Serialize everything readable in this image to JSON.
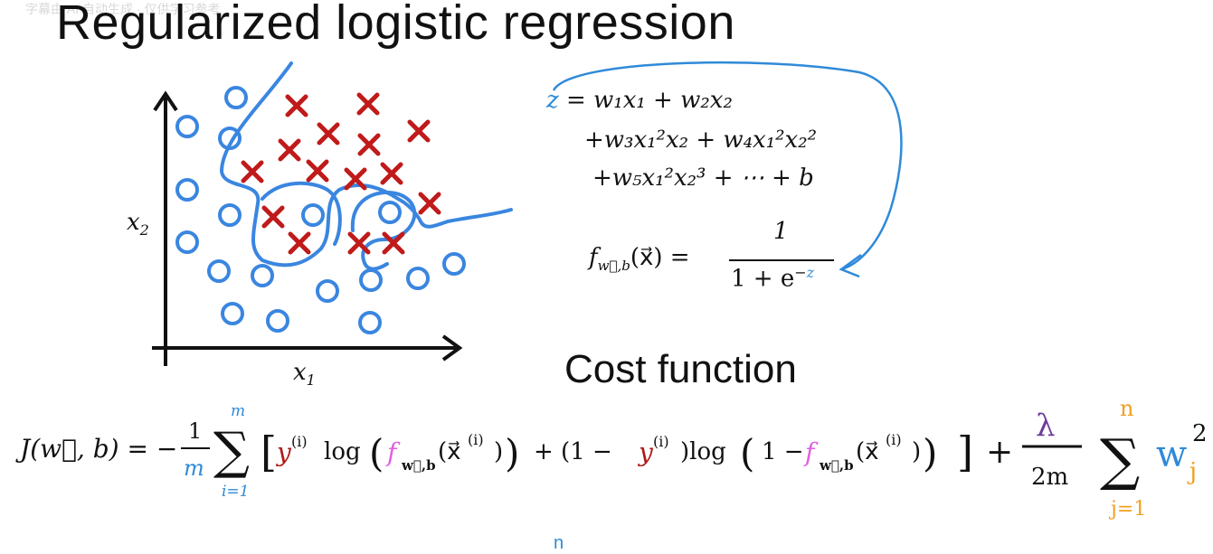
{
  "watermark": "字幕由 AI 自动生成 · 仅供学习参考",
  "title": "Regularized logistic regression",
  "plot": {
    "x_axis_label": "x",
    "x_axis_sub": "1",
    "y_axis_label": "x",
    "y_axis_sub": "2"
  },
  "equations": {
    "z_line1_left": "z",
    "z_line1_right": "= w₁x₁ + w₂x₂",
    "z_line2": "+w₃x₁²x₂ + w₄x₁²x₂²",
    "z_line3": "+w₅x₁²x₂³ + ⋯ + b",
    "f_lhs": "f",
    "f_sub": "w⃗,b",
    "f_arg": "(x⃗) =",
    "f_num": "1",
    "f_den": "1 + e",
    "f_exp_minus": "−",
    "f_exp_z": "z"
  },
  "cost_title": "Cost function",
  "cost": {
    "lhs": "J(w⃗, b) = −",
    "frac_num": "1",
    "frac_den": "m",
    "sum_top": "m",
    "sum_bottom": "i=1",
    "sigma": "∑",
    "lbracket": "[",
    "y1": "y",
    "y1_sup": "(i)",
    "log1": "log",
    "lparen1": "(",
    "f1": "f",
    "f1_sub": "w⃗,b",
    "x1": "(x⃗",
    "x1_sup": "(i)",
    "x1_close": ")",
    "rparen1": ")",
    "plus1": "+ (1 −",
    "y2": "y",
    "y2_sup": "(i)",
    "log2_prefix": ")log",
    "lparen2": "(",
    "one_minus": "1 −",
    "f2": "f",
    "f2_sub": "w⃗,b",
    "x2": "(x⃗",
    "x2_sup": "(i)",
    "x2_close": ")",
    "rparen2": ")",
    "rbracket": "]",
    "plus2": "+",
    "lambda": "λ",
    "reg_den": "2m",
    "reg_sum_top": "n",
    "reg_sum_bottom": "j=1",
    "reg_w": "w",
    "reg_w_sub": "j",
    "reg_w_sup": "2"
  },
  "bottom_partial": "n",
  "colors": {
    "blue": "#2f8ad8",
    "red": "#b01818",
    "pink": "#e05fe0",
    "purple": "#6a3d9a",
    "orange": "#f0a020"
  }
}
